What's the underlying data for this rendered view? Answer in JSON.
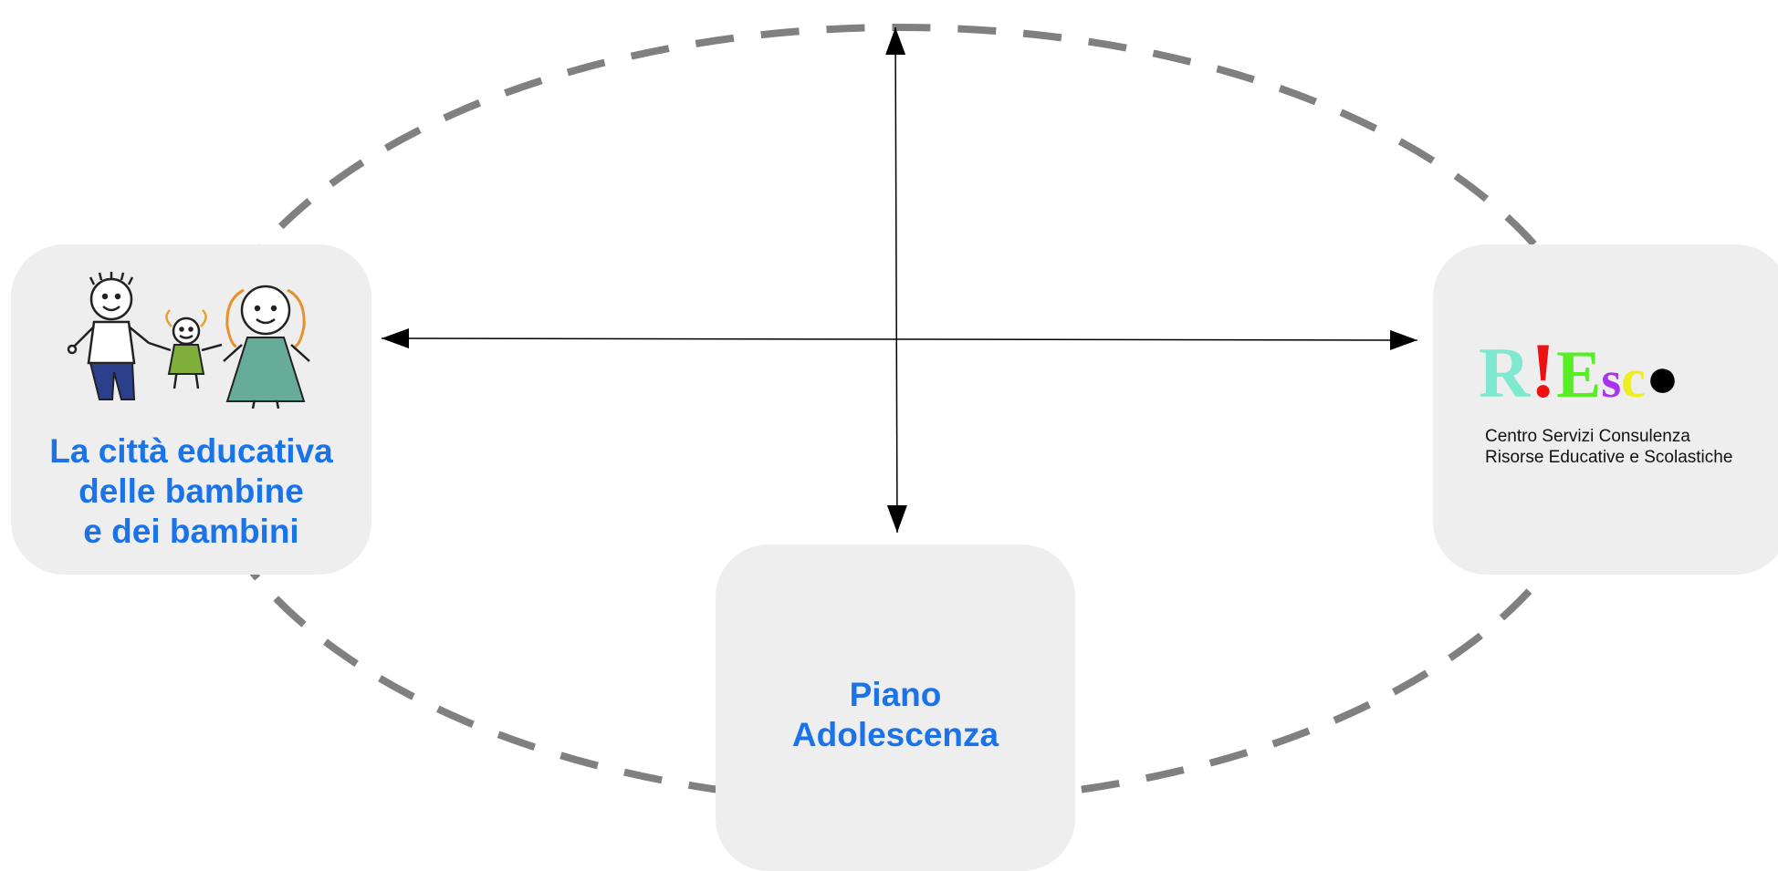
{
  "nodes": {
    "left": {
      "title_lines": [
        "La città educativa",
        "delle bambine",
        "e dei bambini"
      ],
      "image": "family-drawing"
    },
    "bottom": {
      "title_lines": [
        "Piano",
        "Adolescenza"
      ]
    },
    "right": {
      "logo_letters": [
        "R",
        "!",
        "E",
        "s",
        "c",
        "●"
      ],
      "logo_colors": [
        "#7fe8d0",
        "#ee1111",
        "#55ee22",
        "#aa33ee",
        "#eeee22",
        "#000000"
      ],
      "caption_lines": [
        "Centro Servizi Consulenza",
        "Risorse Educative e Scolastiche"
      ]
    }
  },
  "colors": {
    "title_blue": "#1a73e8",
    "dashed_ring": "#808080",
    "box_fill": "#eeeeee",
    "arrow": "#000000"
  },
  "icons": [
    "family-drawing-icon",
    "riesco-logo-icon",
    "double-arrow-icon"
  ]
}
